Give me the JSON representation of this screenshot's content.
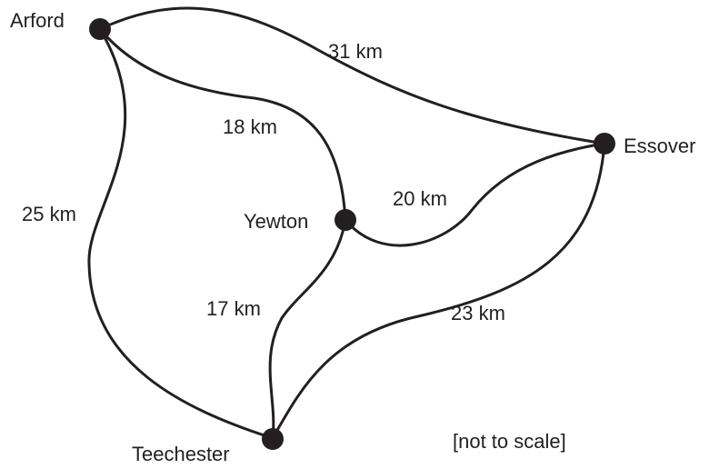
{
  "towns": {
    "arford": "Arford",
    "essover": "Essover",
    "yewton": "Yewton",
    "teechester": "Teechester"
  },
  "roads": {
    "arford_essover": "31 km",
    "arford_yewton": "18 km",
    "arford_teechester": "25 km",
    "yewton_essover": "20 km",
    "yewton_teechester": "17 km",
    "teechester_essover": "23 km"
  },
  "note": "[not to scale]",
  "colors": {
    "ink": "#231f20",
    "background": "#ffffff"
  }
}
